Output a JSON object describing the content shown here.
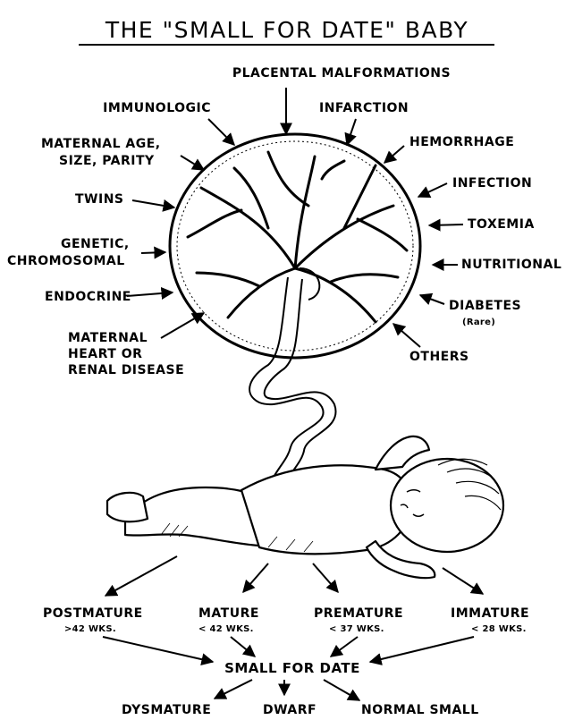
{
  "title": "THE \"SMALL FOR DATE\" BABY",
  "causes": {
    "placental": "PLACENTAL MALFORMATIONS",
    "immunologic": "IMMUNOLOGIC",
    "infarction": "INFARCTION",
    "maternal_age_1": "MATERNAL AGE,",
    "maternal_age_2": "SIZE, PARITY",
    "hemorrhage": "HEMORRHAGE",
    "twins": "TWINS",
    "infection": "INFECTION",
    "genetic_1": "GENETIC,",
    "genetic_2": "CHROMOSOMAL",
    "toxemia": "TOXEMIA",
    "nutritional": "NUTRITIONAL",
    "endocrine": "ENDOCRINE",
    "diabetes_1": "DIABETES",
    "diabetes_2": "(Rare)",
    "maternal_heart_1": "MATERNAL",
    "maternal_heart_2": "HEART OR",
    "maternal_heart_3": "RENAL DISEASE",
    "others": "OTHERS"
  },
  "maturity": {
    "postmature": {
      "label": "POSTMATURE",
      "sub": ">42 WKS."
    },
    "mature": {
      "label": "MATURE",
      "sub": "< 42 WKS."
    },
    "premature": {
      "label": "PREMATURE",
      "sub": "< 37 WKS."
    },
    "immature": {
      "label": "IMMATURE",
      "sub": "< 28 WKS."
    }
  },
  "center": "SMALL FOR DATE",
  "outcomes": {
    "dysmature": "DYSMATURE",
    "dwarf": "DWARF",
    "normal_small": "NORMAL SMALL"
  }
}
